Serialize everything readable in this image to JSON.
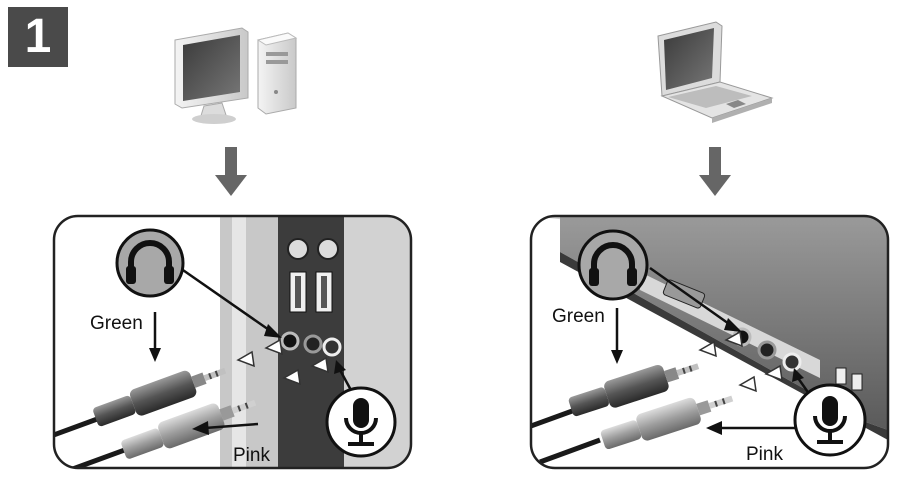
{
  "step": {
    "number": "1"
  },
  "desktop": {
    "label_green": "Green",
    "label_pink": "Pink",
    "icon_headphone": "headphone-icon",
    "icon_mic": "microphone-icon"
  },
  "laptop": {
    "label_green": "Green",
    "label_pink": "Pink",
    "icon_headphone": "headphone-icon",
    "icon_mic": "microphone-icon"
  },
  "colors": {
    "badge": "#4a4a4a",
    "arrow": "#666666",
    "panel_border": "#222222"
  }
}
